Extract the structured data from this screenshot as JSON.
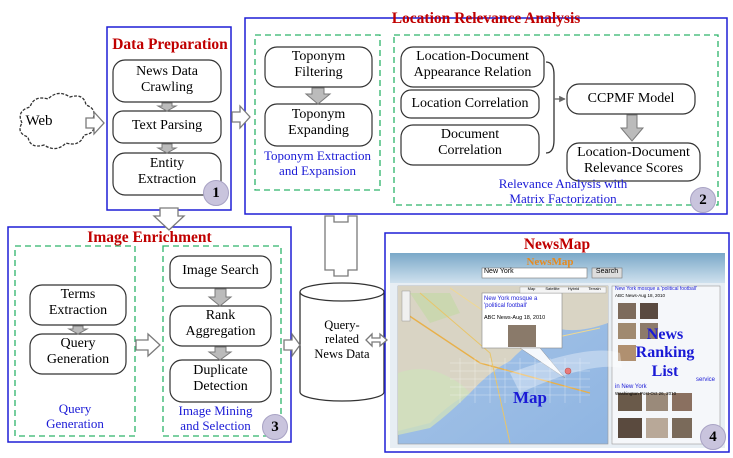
{
  "web": "Web",
  "panel1": {
    "title": "Data Preparation",
    "steps": [
      "News Data\nCrawling",
      "Text Parsing",
      "Entity\nExtraction"
    ],
    "number": "1"
  },
  "panel2": {
    "title": "Location Relevance Analysis",
    "toponym_steps": [
      "Toponym\nFiltering",
      "Toponym\nExpanding"
    ],
    "toponym_caption": "Toponym Extraction\nand Expansion",
    "matrix_inputs": [
      "Location-Document\nAppearance Relation",
      "Location Correlation",
      "Document\nCorrelation"
    ],
    "model": "CCPMF Model",
    "scores": "Location-Document\nRelevance Scores",
    "matrix_caption": "Relevance Analysis with\nMatrix Factorization",
    "number": "2"
  },
  "panel3": {
    "title": "Image Enrichment",
    "query_steps": [
      "Terms\nExtraction",
      "Query\nGeneration"
    ],
    "query_caption": "Query\nGeneration",
    "mining_steps": [
      "Image Search",
      "Rank\nAggregation",
      "Duplicate\nDetection"
    ],
    "mining_caption": "Image Mining\nand Selection",
    "number": "3"
  },
  "database": "Query-\nrelated\nNews Data",
  "panel4": {
    "title": "NewsMap",
    "app_logo": "NewsMap",
    "search_value": "New York",
    "search_button": "Search",
    "map_tabs": [
      "Map",
      "Satellite",
      "Hybrid",
      "Terrain"
    ],
    "popup_title": "New York mosque a 'political football'",
    "popup_source": "ABC News-Aug 18, 2010",
    "right_item1": "New York mosque a 'political football'",
    "right_item1_source": "ABC News-Aug 18, 2010",
    "right_item2": "in New York",
    "right_item2_source": "Washington Post-Oct 26, 2010",
    "right_item2_tail": "service",
    "map_label": "Map",
    "list_label": "News\nRanking\nList",
    "number": "4"
  },
  "colors": {
    "title_red": "#c00000",
    "caption_blue": "#1a1ad6",
    "panel_blue": "#1f1fd6",
    "dashed_green": "#2db36a"
  }
}
